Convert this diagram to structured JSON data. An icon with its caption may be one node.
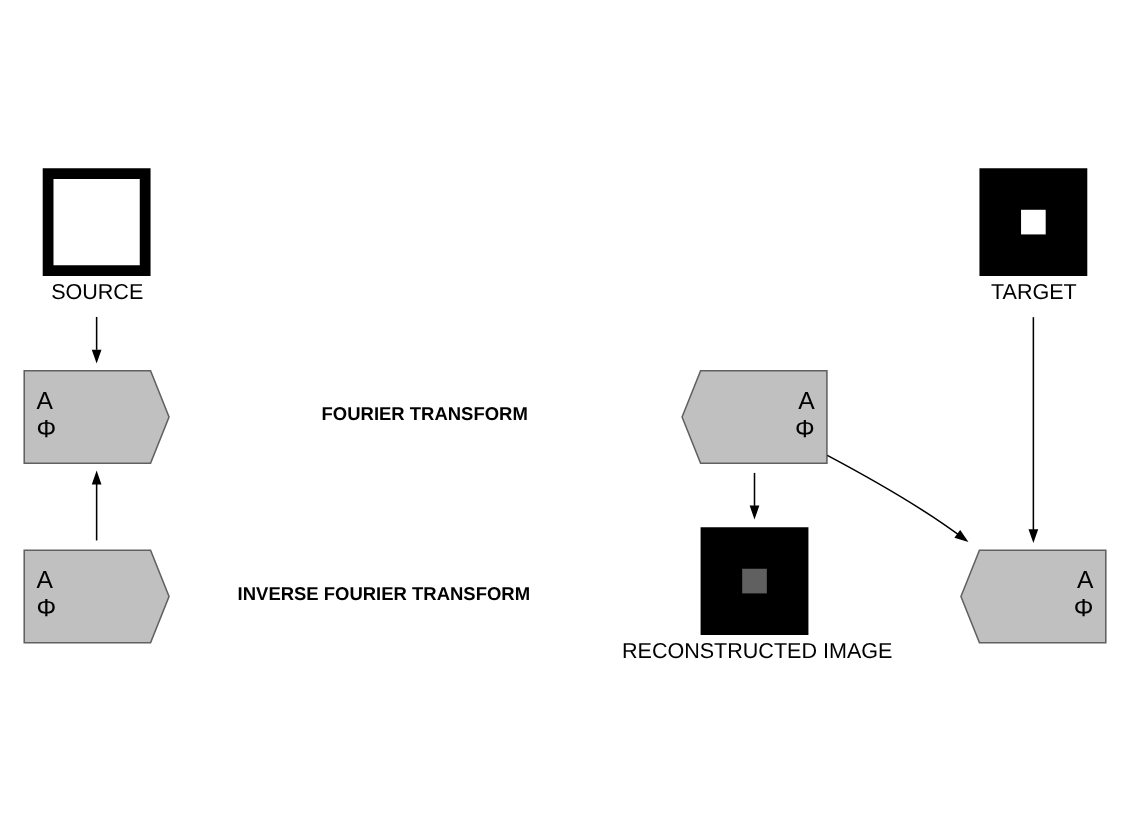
{
  "diagram": {
    "nodes": [
      {
        "text": [],
        "shape": "picture",
        "beside": [
          "SOURCE"
        ]
      },
      {
        "text": [],
        "shape": "picture",
        "beside": [
          "TARGET"
        ]
      },
      {
        "text": [
          "A",
          "Φ"
        ]
      },
      {
        "text": [
          "A",
          "Φ"
        ]
      },
      {
        "text": [
          "A",
          "Φ"
        ]
      },
      {
        "text": [
          "A",
          "Φ"
        ]
      },
      {
        "text": [],
        "shape": "picture",
        "beside": [
          "RECONSTRUCTED IMAGE"
        ]
      }
    ],
    "edges": [
      {
        "from": 0,
        "to": 4,
        "arrow": "to"
      },
      {
        "from": 2,
        "to": 4,
        "arrow": "to"
      },
      {
        "from": 1,
        "to": 3,
        "arrow": "to"
      },
      {
        "from": 5,
        "to": 6,
        "arrow": "to"
      },
      {
        "from": 5,
        "to": 3,
        "arrow": "to"
      }
    ],
    "labels": [
      "INVERSE FOURIER TRANSFORM",
      "FOURIER TRANSFORM"
    ]
  }
}
